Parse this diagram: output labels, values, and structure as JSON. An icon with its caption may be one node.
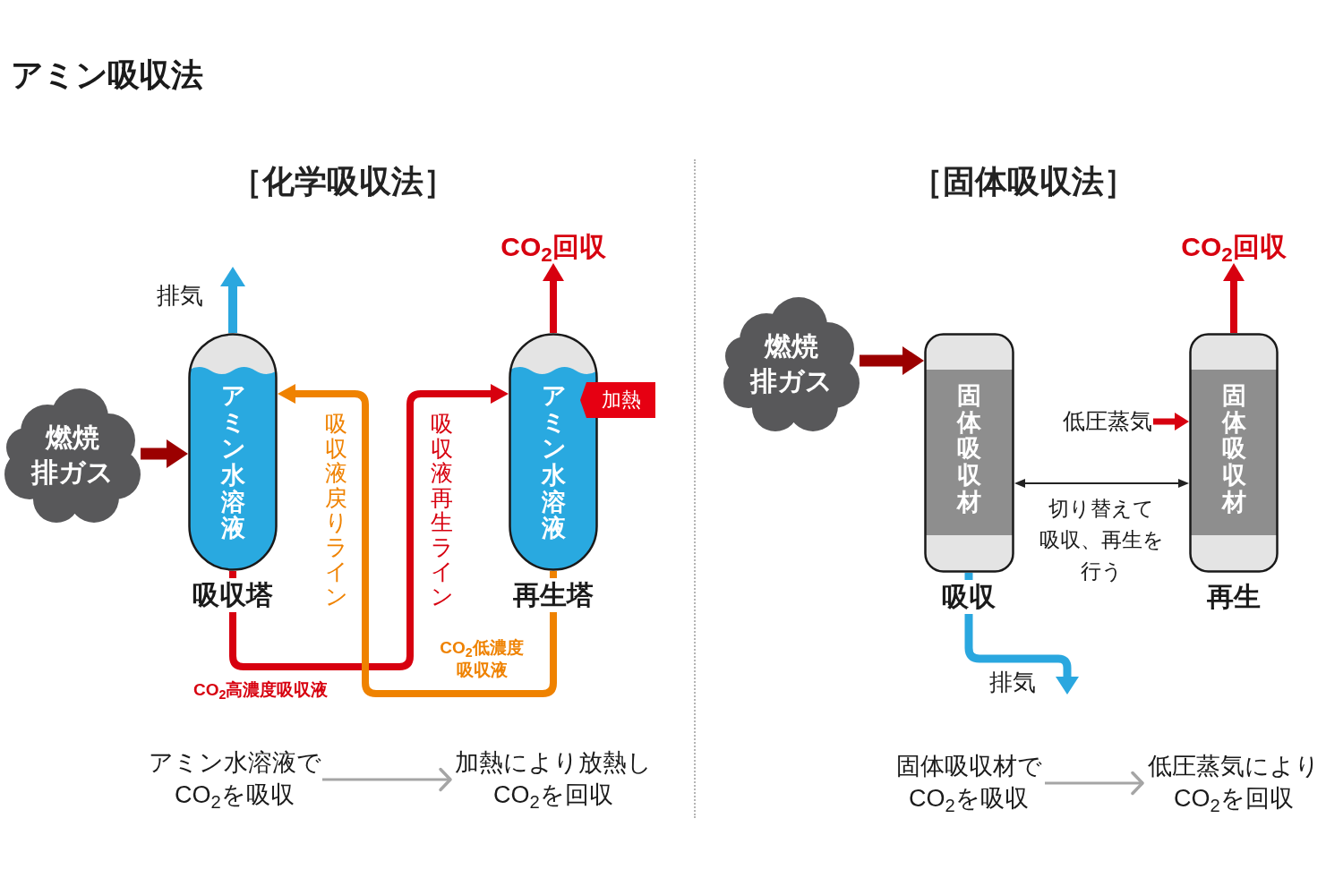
{
  "diagram": {
    "title": "アミン吸収法",
    "nodes": [
      {
        "text": [
          "燃焼排ガス"
        ]
      },
      {
        "text": [
          "アミン水溶液"
        ],
        "beside": [
          "吸収塔"
        ]
      },
      {
        "text": [
          "アミン水溶液"
        ],
        "beside": [
          "再生塔"
        ]
      },
      {
        "text": [
          "加熱"
        ]
      },
      {
        "text": [
          "CO$_{2}$回収"
        ]
      },
      {
        "text": [
          "アミン水溶液でCO$_{2}$を吸収"
        ]
      },
      {
        "text": [
          "加熱により放熱しCO$_{2}$を回収"
        ]
      },
      {
        "text": [
          "燃焼排ガス"
        ]
      },
      {
        "text": [
          "固体吸収材"
        ],
        "beside": [
          "吸収"
        ]
      },
      {
        "text": [
          "固体吸収材"
        ],
        "beside": [
          "再生"
        ]
      },
      {
        "text": [
          "CO$_{2}$回収"
        ]
      },
      {
        "text": [
          "低圧蒸気"
        ]
      },
      {
        "text": [
          "固体吸収材でCO$_{2}$を吸収"
        ]
      },
      {
        "text": [
          "低圧蒸気によりCO$_{2}$を回収"
        ]
      }
    ],
    "edges": [
      {
        "from": 0,
        "to": 1,
        "arrow": "to",
        "color": "#9b0000"
      },
      {
        "from": 1,
        "to": null,
        "arrow": "to",
        "color": "#2aa7df",
        "label": "排気"
      },
      {
        "from": 2,
        "to": 4,
        "arrow": "to"
      },
      {
        "from": 1,
        "to": 2,
        "arrow": "to",
        "label": "吸収液再生ライン"
      },
      {
        "from": 2,
        "to": 1,
        "arrow": "to",
        "color": "#ef8200",
        "label": "吸収液戻りライン"
      },
      {
        "from": 5,
        "to": 6,
        "arrow": "to",
        "color": "#a5a5a5"
      },
      {
        "from": 7,
        "to": 8,
        "arrow": "to",
        "color": "#9b0000"
      },
      {
        "from": 9,
        "to": 10,
        "arrow": "to"
      },
      {
        "from": 11,
        "to": 9,
        "arrow": "to"
      },
      {
        "from": 8,
        "to": 9,
        "arrow": "both",
        "color": "#222222",
        "label": "切り替えて吸収、再生を行う"
      },
      {
        "from": 8,
        "to": null,
        "arrow": "to",
        "color": "#2aa7df",
        "label": "排気"
      },
      {
        "from": 12,
        "to": 13,
        "arrow": "to",
        "color": "#a5a5a5"
      }
    ],
    "labels": [
      "［化学吸収法］",
      "［固体吸収法］",
      "CO$_{2}$低濃度吸収液",
      "CO$_{2}$高濃度吸収液"
    ]
  }
}
